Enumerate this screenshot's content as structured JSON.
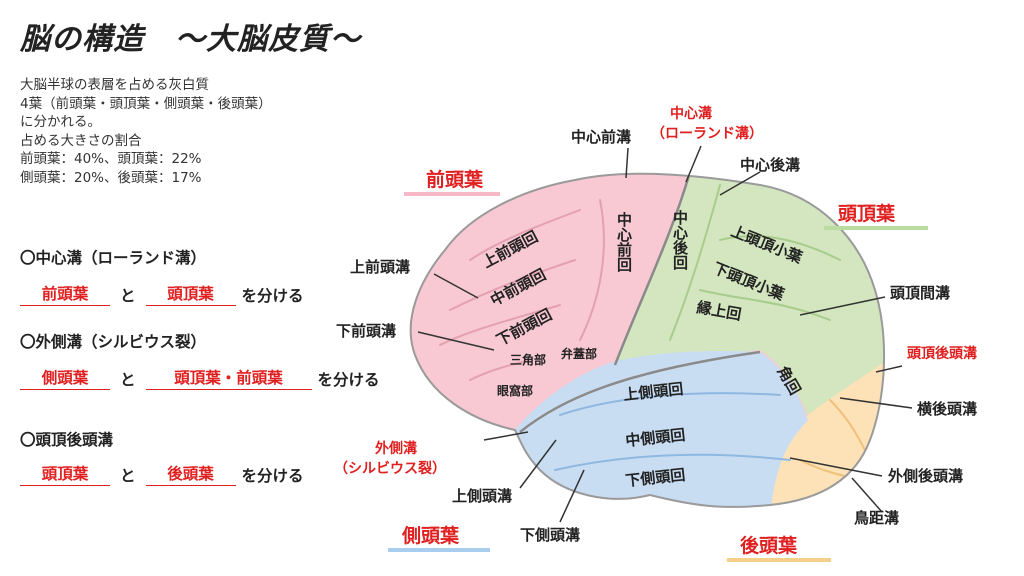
{
  "title": "脳の構造　～大脳皮質～",
  "info": [
    "大脳半球の表層を占める灰白質",
    "4葉（前頭葉・頭頂葉・側頭葉・後頭葉）",
    "に分かれる。",
    "占める大きさの割合",
    "前頭葉：40%、頭頂葉：22%",
    "側頭葉：20%、後頭葉：17%"
  ],
  "rules": [
    {
      "head": "〇中心溝（ローランド溝）",
      "a": "前頭葉",
      "conj": "と",
      "b": "頭頂葉",
      "tail": "を分ける"
    },
    {
      "head": "〇外側溝（シルビウス裂）",
      "a": "側頭葉",
      "conj": "と",
      "b": "頭頂葉・前頭葉",
      "tail": "を分ける"
    },
    {
      "head": "〇頭頂後頭溝",
      "a": "頭頂葉",
      "conj": "と",
      "b": "後頭葉",
      "tail": "を分ける"
    }
  ],
  "lobes": {
    "frontal": "前頭葉",
    "parietal": "頭頂葉",
    "temporal": "側頭葉",
    "occipital": "後頭葉"
  },
  "lobe_colors": {
    "frontal": "#f8c9d3",
    "parietal": "#d3e6bf",
    "temporal": "#c9ddf2",
    "occipital": "#fde2b8",
    "frontal_bar": "#f6b8c6",
    "parietal_bar": "#b9dca0",
    "temporal_bar": "#a9cdee",
    "occipital_bar": "#f6d088"
  },
  "gyri": {
    "sup_frontal": "上前頭回",
    "mid_frontal": "中前頭回",
    "inf_frontal": "下前頭回",
    "precentral": "中心前回",
    "postcentral": "中心後回",
    "sup_parietal": "上頭頂小葉",
    "inf_parietal": "下頭頂小葉",
    "supramarginal": "縁上回",
    "angular": "角回",
    "sup_temporal": "上側頭回",
    "mid_temporal": "中側頭回",
    "inf_temporal": "下側頭回",
    "triangular": "三角部",
    "opercular": "弁蓋部",
    "orbital": "眼窩部"
  },
  "sulci": {
    "precentral_sulcus": "中心前溝",
    "central_sulcus": "中心溝",
    "central_sulcus_alt": "（ローランド溝）",
    "postcentral_sulcus": "中心後溝",
    "sup_frontal_sulcus": "上前頭溝",
    "inf_frontal_sulcus": "下前頭溝",
    "intraparietal": "頭頂間溝",
    "parieto_occipital": "頭頂後頭溝",
    "transverse_occipital": "横後頭溝",
    "lateral_occipital": "外側後頭溝",
    "calcarine": "鳥距溝",
    "lateral_sulcus": "外側溝",
    "lateral_sulcus_alt": "（シルビウス裂）",
    "sup_temporal_sulcus": "上側頭溝",
    "inf_temporal_sulcus": "下側頭溝"
  }
}
